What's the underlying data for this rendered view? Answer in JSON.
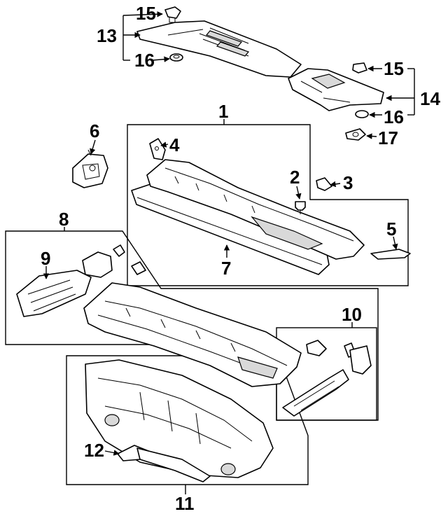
{
  "callouts": {
    "c1": "1",
    "c2": "2",
    "c3": "3",
    "c4": "4",
    "c5": "5",
    "c6": "6",
    "c7": "7",
    "c8": "8",
    "c9": "9",
    "c10": "10",
    "c11": "11",
    "c12": "12",
    "c13": "13",
    "c14": "14",
    "c15a": "15",
    "c15b": "15",
    "c16a": "16",
    "c16b": "16",
    "c17": "17"
  }
}
